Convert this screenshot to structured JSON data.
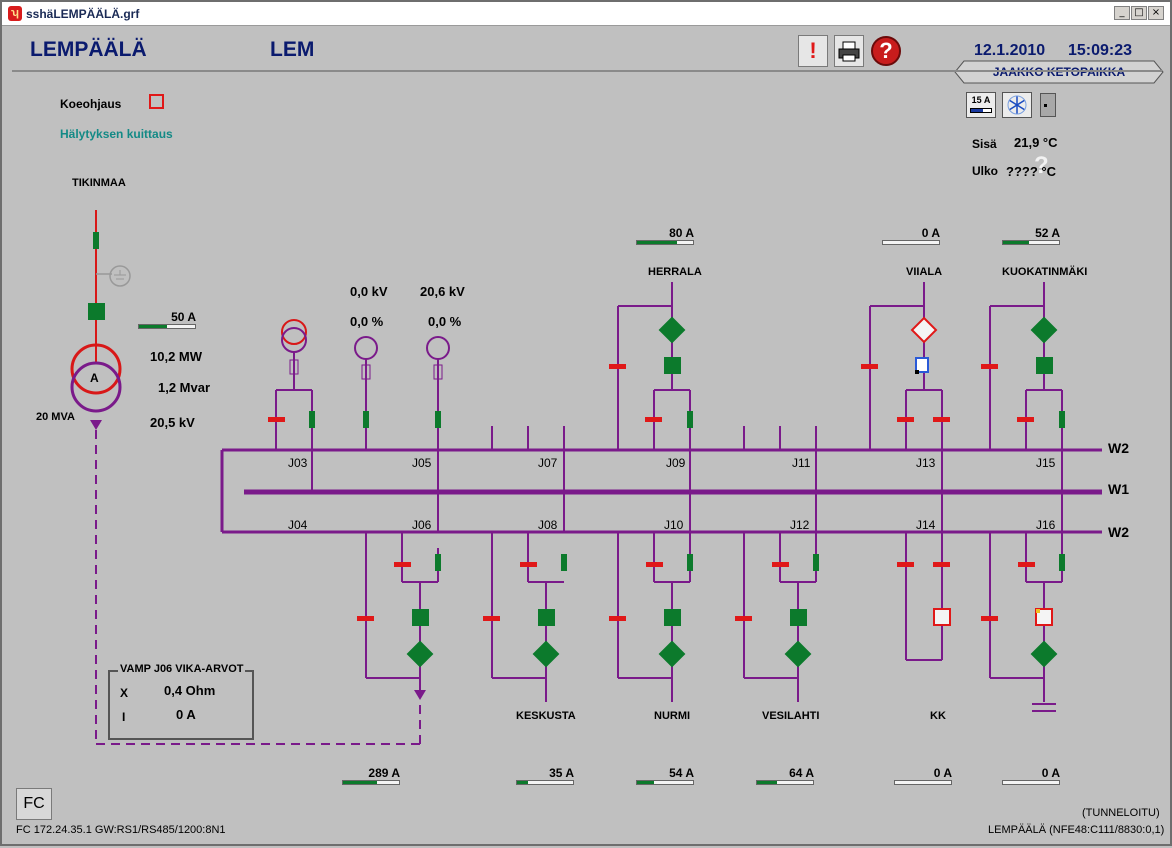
{
  "window": {
    "title": "sshäLEMPÄÄLÄ.grf",
    "min": "_",
    "max": "□",
    "close": "×"
  },
  "header": {
    "station": "LEMPÄÄLÄ",
    "code": "LEM",
    "date": "12.1.2010",
    "time": "15:09:23",
    "user": "JAAKKO KETOPAIKKA",
    "alarm_btn": "!",
    "help_btn": "?"
  },
  "controls": {
    "test_drive": "Koeohjaus",
    "ack_alarm": "Hälytyksen kuittaus"
  },
  "indicators": {
    "fuse_label": "15 A"
  },
  "temps": {
    "inside_label": "Sisä",
    "inside_value": "21,9 °C",
    "outside_label": "Ulko",
    "outside_value": "???? °C",
    "unknown_mark": "?"
  },
  "incoming": {
    "name": "TIKINMAA",
    "current": "50 A",
    "current_fill": 0.5,
    "transformer_letter": "A",
    "rating": "20 MVA",
    "power": "10,2 MW",
    "reactive": "1,2 Mvar",
    "voltage": "20,5 kV"
  },
  "measurements": {
    "kv1": "0,0 kV",
    "kv2": "20,6 kV",
    "pct1": "0,0 %",
    "pct2": "0,0 %"
  },
  "buses": {
    "w2_top": "W2",
    "w1": "W1",
    "w2_bottom": "W2"
  },
  "junctions_top": [
    "J03",
    "J05",
    "J07",
    "J09",
    "J11",
    "J13",
    "J15"
  ],
  "junctions_bottom": [
    "J04",
    "J06",
    "J08",
    "J10",
    "J12",
    "J14",
    "J16"
  ],
  "feeders_top": [
    {
      "name": "HERRALA",
      "current": "80 A",
      "fill": 0.72
    },
    {
      "name": "VIIALA",
      "current": "0 A",
      "fill": 0
    },
    {
      "name": "KUOKATINMÄKI",
      "current": "52 A",
      "fill": 0.46
    }
  ],
  "feeders_bottom": [
    {
      "name": "",
      "current": "289 A",
      "fill": 0.6
    },
    {
      "name": "KESKUSTA",
      "current": "35 A",
      "fill": 0.2
    },
    {
      "name": "NURMI",
      "current": "54 A",
      "fill": 0.3
    },
    {
      "name": "VESILAHTI",
      "current": "64 A",
      "fill": 0.35
    },
    {
      "name": "KK",
      "current": "0 A",
      "fill": 0
    },
    {
      "name": "",
      "current": "0 A",
      "fill": 0
    }
  ],
  "fault_values": {
    "title": "VAMP J06 VIKA-ARVOT",
    "x_label": "X",
    "x_value": "0,4 Ohm",
    "i_label": "I",
    "i_value": "0 A"
  },
  "footer": {
    "fc_button": "FC",
    "connection": "FC 172.24.35.1 GW:RS1/RS485/1200:8N1",
    "tunnel": "(TUNNELOITU)",
    "address": "LEMPÄÄLÄ (NFE48:C111/8830:0,1)"
  },
  "colors": {
    "bus": "#7a1a8a",
    "closed": "#0c7a2c",
    "open": "#e01818",
    "feeder_red": "#d81818",
    "title": "#0a1a6e"
  }
}
